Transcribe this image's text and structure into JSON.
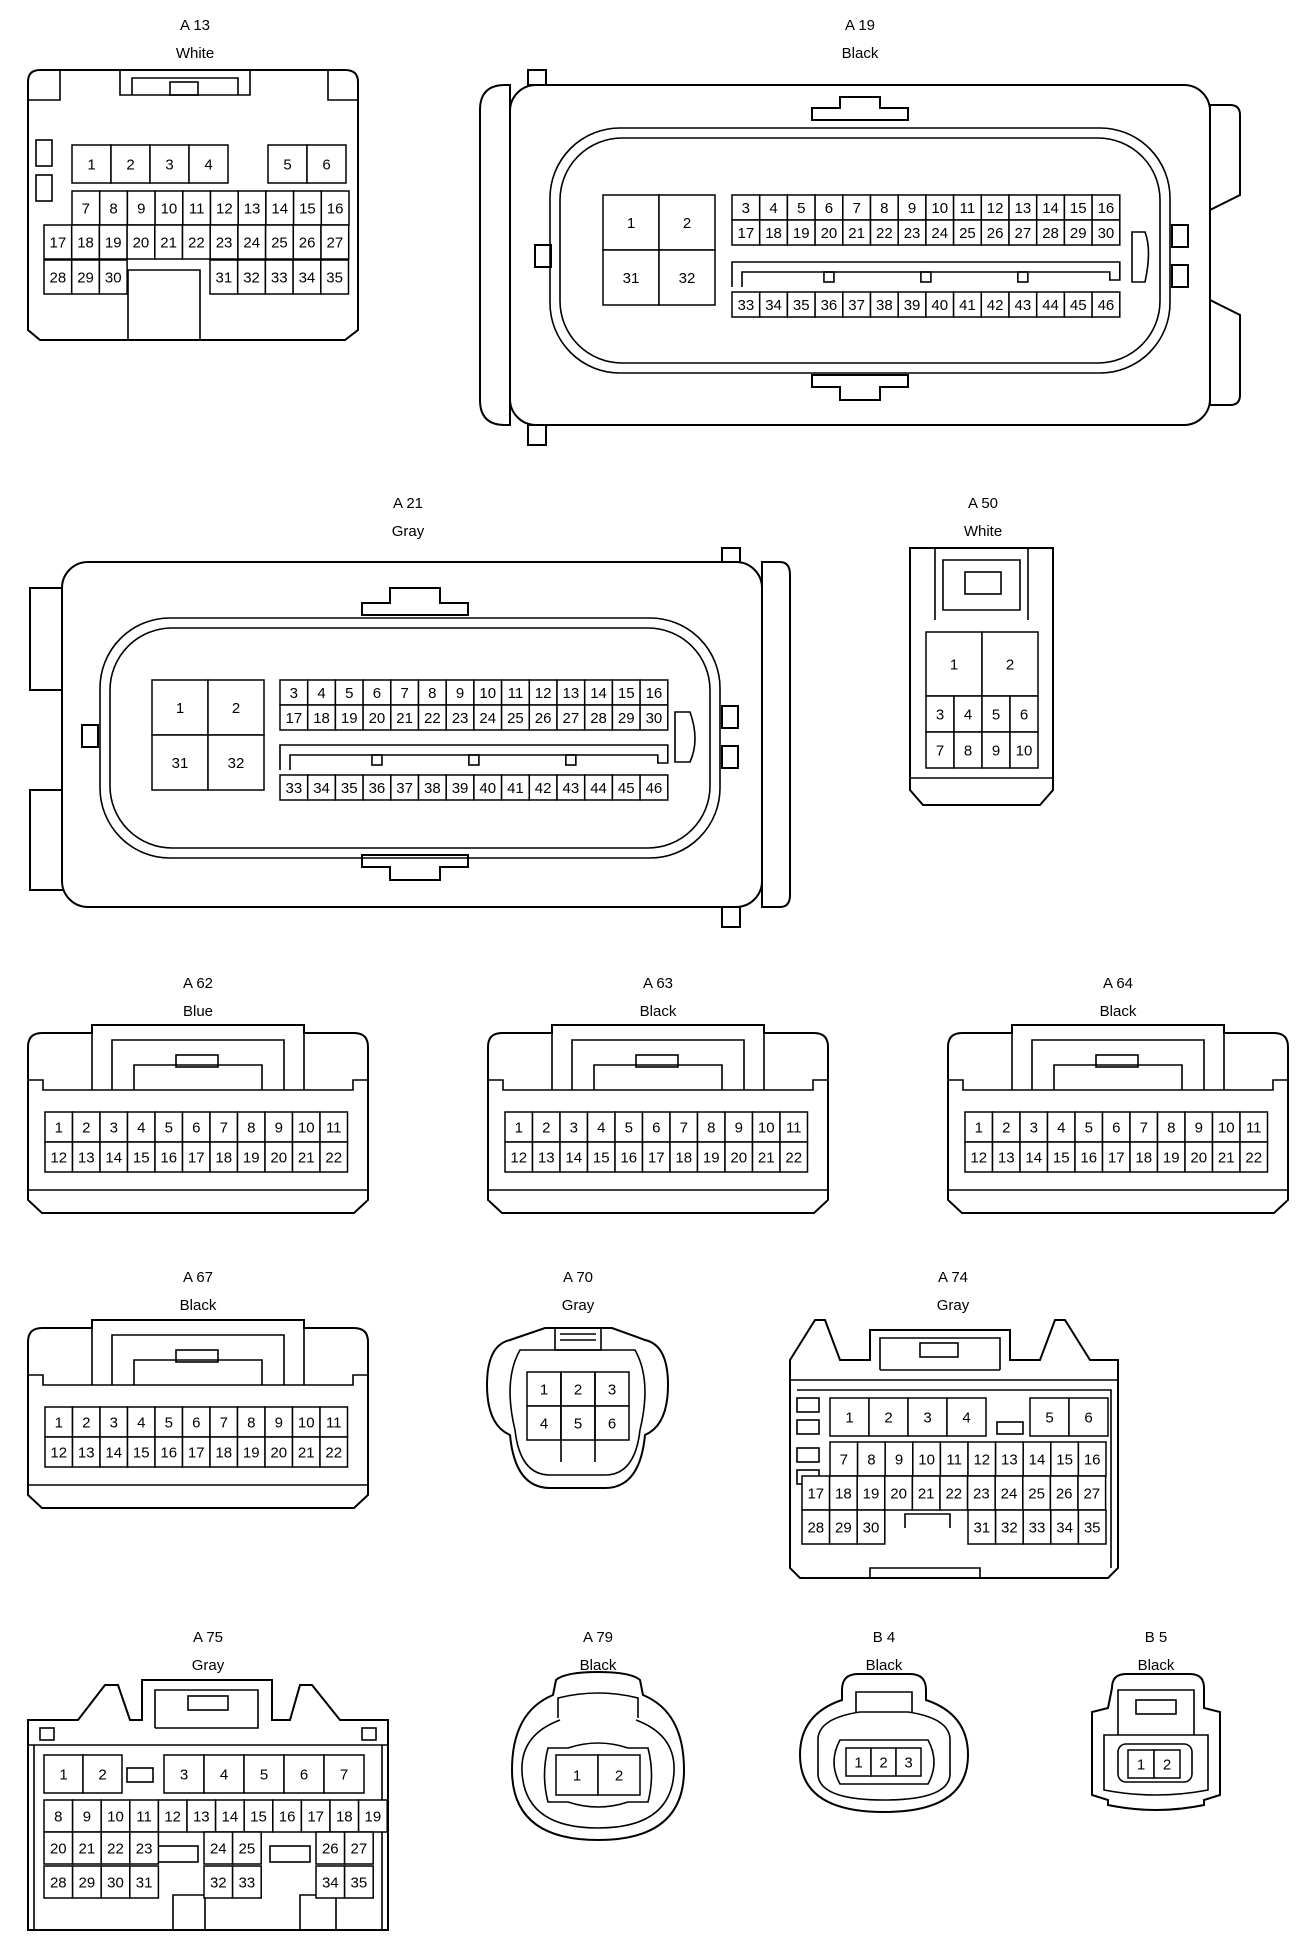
{
  "connectors": [
    {
      "id": "a13",
      "name": "A 13",
      "color": "White",
      "rows": [
        [
          "1",
          "2",
          "3",
          "4",
          "5",
          "6"
        ],
        [
          "7",
          "8",
          "9",
          "10",
          "11",
          "12",
          "13",
          "14",
          "15",
          "16"
        ],
        [
          "17",
          "18",
          "19",
          "20",
          "21",
          "22",
          "23",
          "24",
          "25",
          "26",
          "27"
        ],
        [
          "28",
          "29",
          "30",
          "31",
          "32",
          "33",
          "34",
          "35"
        ]
      ]
    },
    {
      "id": "a19",
      "name": "A 19",
      "color": "Black",
      "big_pins": [
        "1",
        "2",
        "31",
        "32"
      ],
      "rows": [
        [
          "3",
          "4",
          "5",
          "6",
          "7",
          "8",
          "9",
          "10",
          "11",
          "12",
          "13",
          "14",
          "15",
          "16"
        ],
        [
          "17",
          "18",
          "19",
          "20",
          "21",
          "22",
          "23",
          "24",
          "25",
          "26",
          "27",
          "28",
          "29",
          "30"
        ],
        [
          "33",
          "34",
          "35",
          "36",
          "37",
          "38",
          "39",
          "40",
          "41",
          "42",
          "43",
          "44",
          "45",
          "46"
        ]
      ]
    },
    {
      "id": "a21",
      "name": "A 21",
      "color": "Gray",
      "big_pins": [
        "1",
        "2",
        "31",
        "32"
      ],
      "rows": [
        [
          "3",
          "4",
          "5",
          "6",
          "7",
          "8",
          "9",
          "10",
          "11",
          "12",
          "13",
          "14",
          "15",
          "16"
        ],
        [
          "17",
          "18",
          "19",
          "20",
          "21",
          "22",
          "23",
          "24",
          "25",
          "26",
          "27",
          "28",
          "29",
          "30"
        ],
        [
          "33",
          "34",
          "35",
          "36",
          "37",
          "38",
          "39",
          "40",
          "41",
          "42",
          "43",
          "44",
          "45",
          "46"
        ]
      ]
    },
    {
      "id": "a50",
      "name": "A 50",
      "color": "White",
      "big_pins": [
        "1",
        "2"
      ],
      "rows": [
        [
          "3",
          "4",
          "5",
          "6"
        ],
        [
          "7",
          "8",
          "9",
          "10"
        ]
      ]
    },
    {
      "id": "a62",
      "name": "A 62",
      "color": "Blue",
      "rows": [
        [
          "1",
          "2",
          "3",
          "4",
          "5",
          "6",
          "7",
          "8",
          "9",
          "10",
          "11"
        ],
        [
          "12",
          "13",
          "14",
          "15",
          "16",
          "17",
          "18",
          "19",
          "20",
          "21",
          "22"
        ]
      ]
    },
    {
      "id": "a63",
      "name": "A 63",
      "color": "Black",
      "rows": [
        [
          "1",
          "2",
          "3",
          "4",
          "5",
          "6",
          "7",
          "8",
          "9",
          "10",
          "11"
        ],
        [
          "12",
          "13",
          "14",
          "15",
          "16",
          "17",
          "18",
          "19",
          "20",
          "21",
          "22"
        ]
      ]
    },
    {
      "id": "a64",
      "name": "A 64",
      "color": "Black",
      "rows": [
        [
          "1",
          "2",
          "3",
          "4",
          "5",
          "6",
          "7",
          "8",
          "9",
          "10",
          "11"
        ],
        [
          "12",
          "13",
          "14",
          "15",
          "16",
          "17",
          "18",
          "19",
          "20",
          "21",
          "22"
        ]
      ]
    },
    {
      "id": "a67",
      "name": "A 67",
      "color": "Black",
      "rows": [
        [
          "1",
          "2",
          "3",
          "4",
          "5",
          "6",
          "7",
          "8",
          "9",
          "10",
          "11"
        ],
        [
          "12",
          "13",
          "14",
          "15",
          "16",
          "17",
          "18",
          "19",
          "20",
          "21",
          "22"
        ]
      ]
    },
    {
      "id": "a70",
      "name": "A 70",
      "color": "Gray",
      "rows": [
        [
          "1",
          "2",
          "3"
        ],
        [
          "4",
          "5",
          "6"
        ]
      ]
    },
    {
      "id": "a74",
      "name": "A 74",
      "color": "Gray",
      "rows": [
        [
          "1",
          "2",
          "3",
          "4",
          "5",
          "6"
        ],
        [
          "7",
          "8",
          "9",
          "10",
          "11",
          "12",
          "13",
          "14",
          "15",
          "16"
        ],
        [
          "17",
          "18",
          "19",
          "20",
          "21",
          "22",
          "23",
          "24",
          "25",
          "26",
          "27"
        ],
        [
          "28",
          "29",
          "30",
          "31",
          "32",
          "33",
          "34",
          "35"
        ]
      ]
    },
    {
      "id": "a75",
      "name": "A 75",
      "color": "Gray",
      "rows": [
        [
          "1",
          "2",
          "3",
          "4",
          "5",
          "6",
          "7"
        ],
        [
          "8",
          "9",
          "10",
          "11",
          "12",
          "13",
          "14",
          "15",
          "16",
          "17",
          "18",
          "19"
        ],
        [
          "20",
          "21",
          "22",
          "23",
          "24",
          "25",
          "26",
          "27"
        ],
        [
          "28",
          "29",
          "30",
          "31",
          "32",
          "33",
          "34",
          "35"
        ]
      ]
    },
    {
      "id": "a79",
      "name": "A 79",
      "color": "Black",
      "rows": [
        [
          "1",
          "2"
        ]
      ]
    },
    {
      "id": "b4",
      "name": "B 4",
      "color": "Black",
      "rows": [
        [
          "1",
          "2",
          "3"
        ]
      ]
    },
    {
      "id": "b5",
      "name": "B 5",
      "color": "Black",
      "rows": [
        [
          "1",
          "2"
        ]
      ]
    }
  ]
}
